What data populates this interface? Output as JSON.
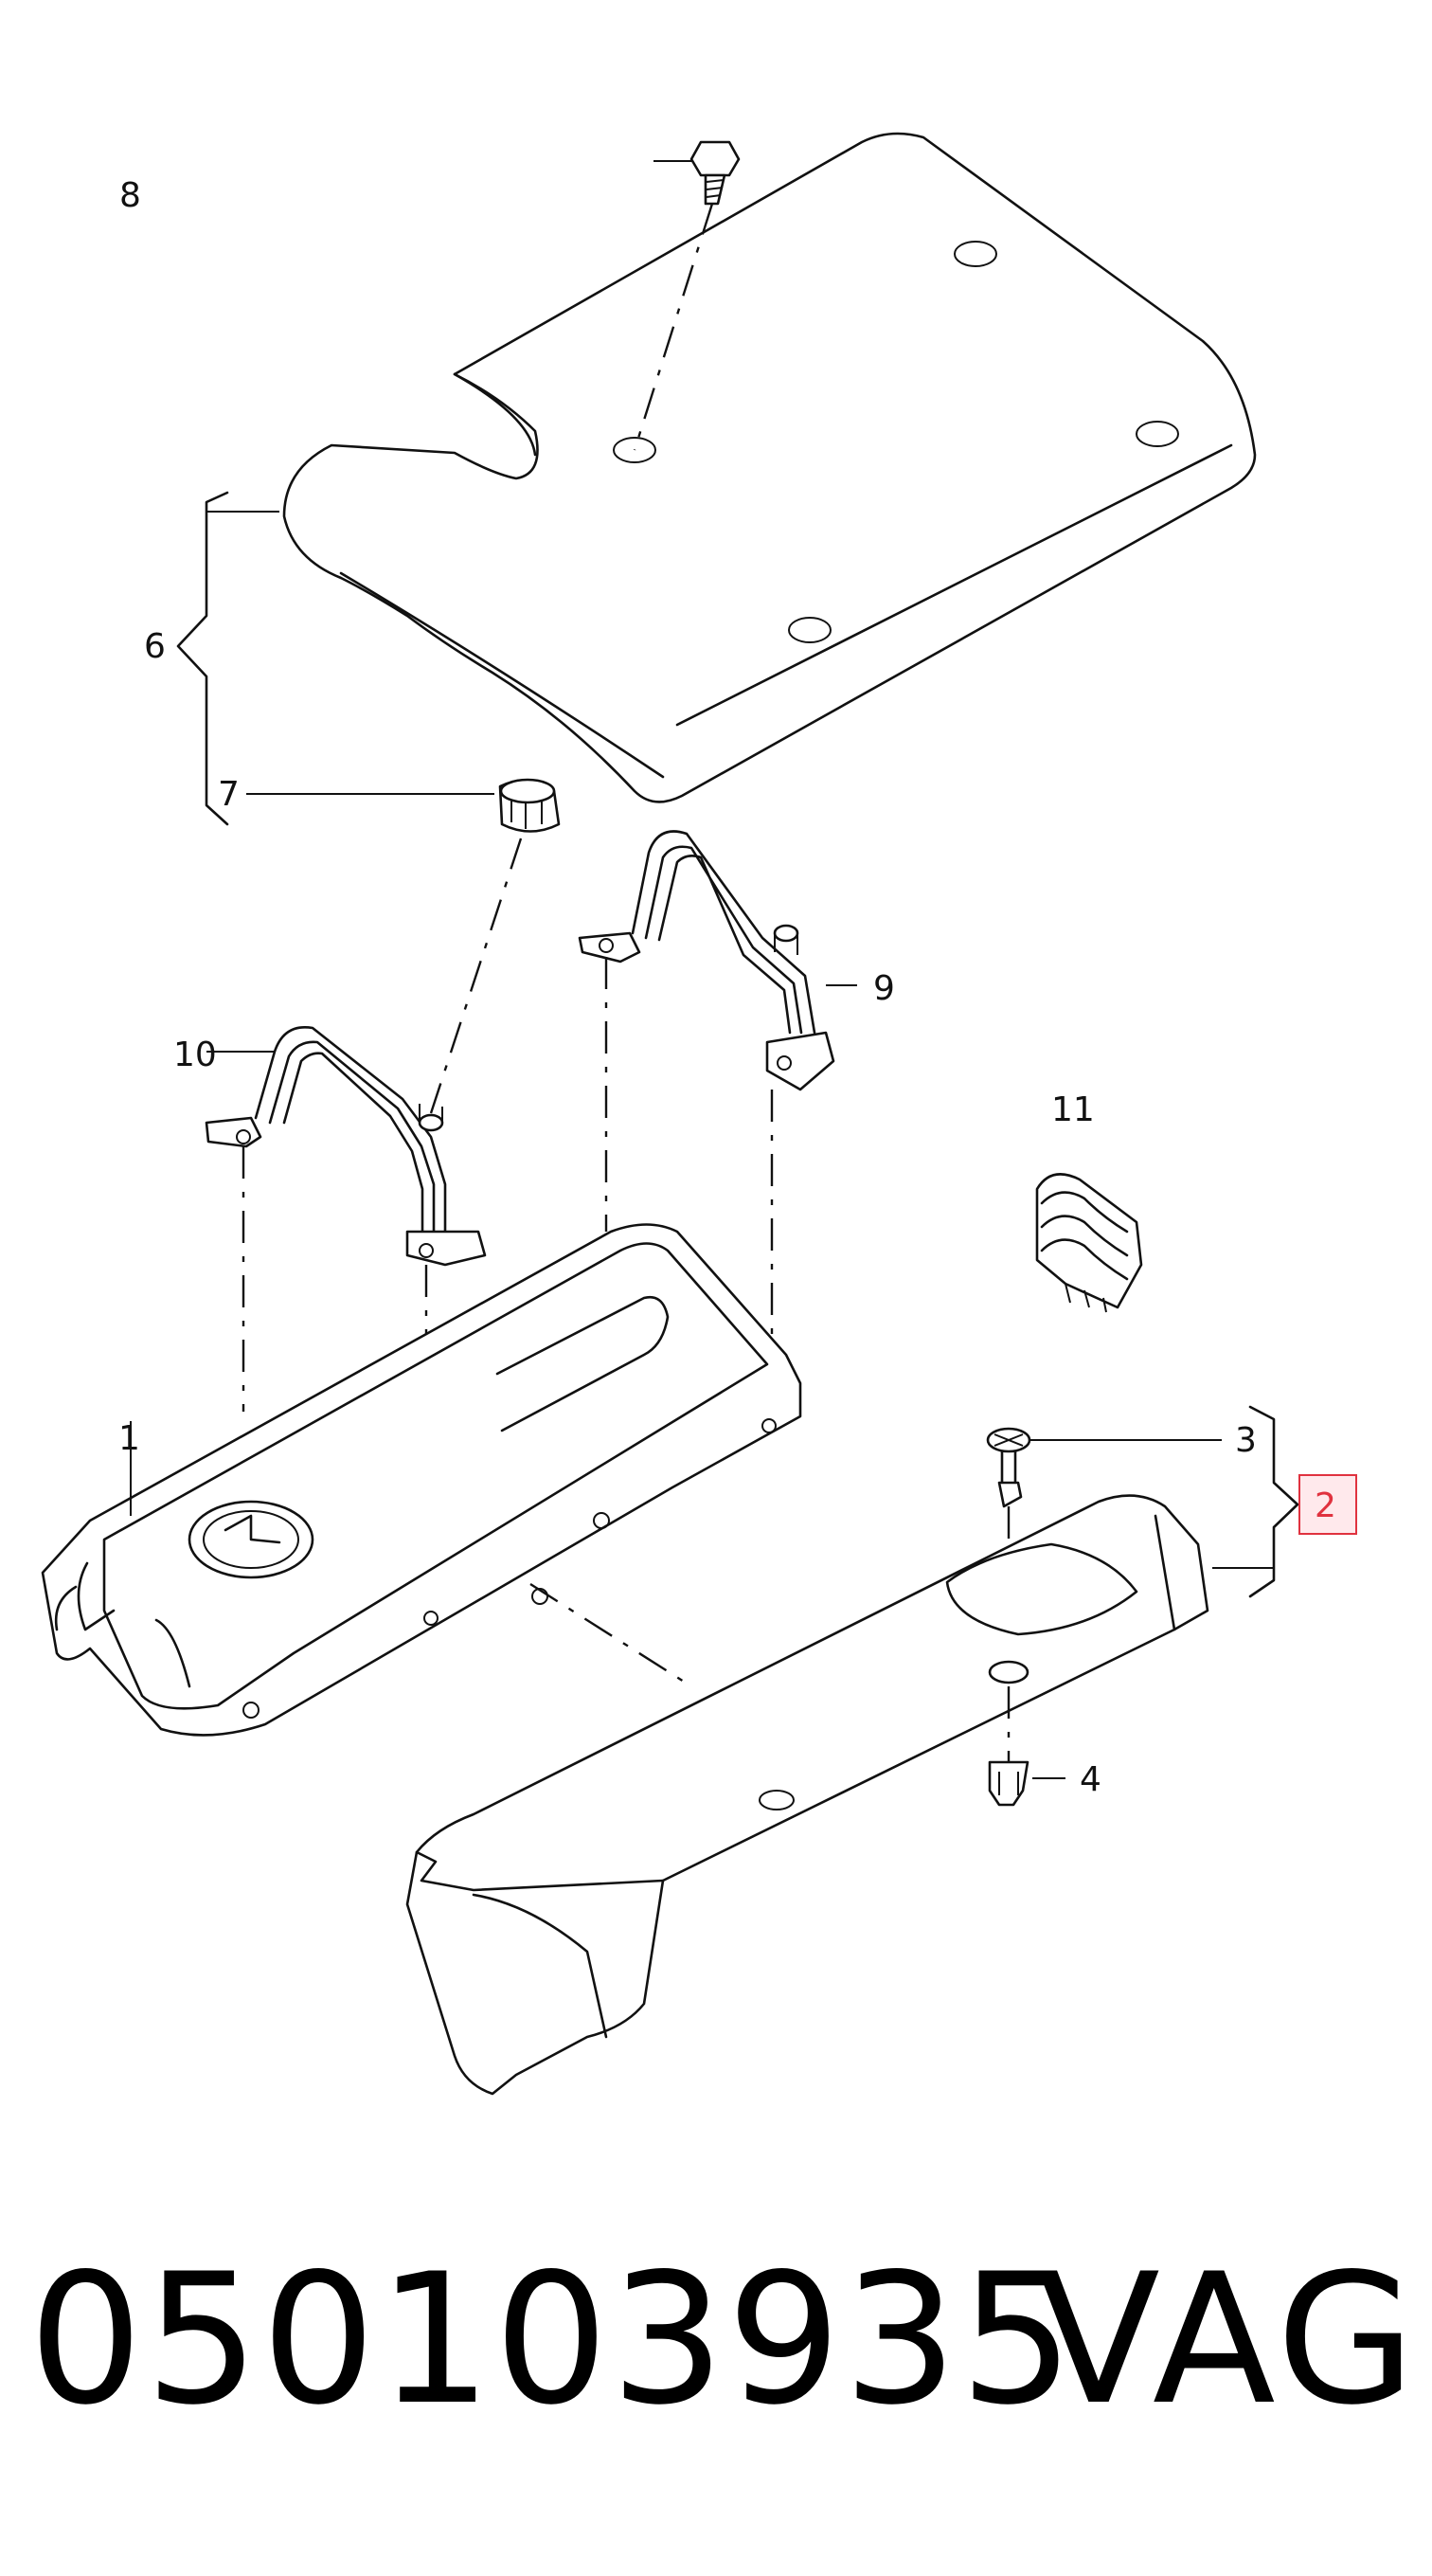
{
  "callouts": {
    "c1": "1",
    "c2": "2",
    "c3": "3",
    "c4": "4",
    "c6": "6",
    "c7": "7",
    "c8": "8",
    "c9": "9",
    "c10": "10",
    "c11": "11"
  },
  "highlighted_callout": "2",
  "colors": {
    "highlight_border": "#e0323f",
    "highlight_fill": "#ffe9ec",
    "line": "#111111"
  },
  "footer": {
    "part_number": "050103935",
    "brand": "VAG"
  }
}
